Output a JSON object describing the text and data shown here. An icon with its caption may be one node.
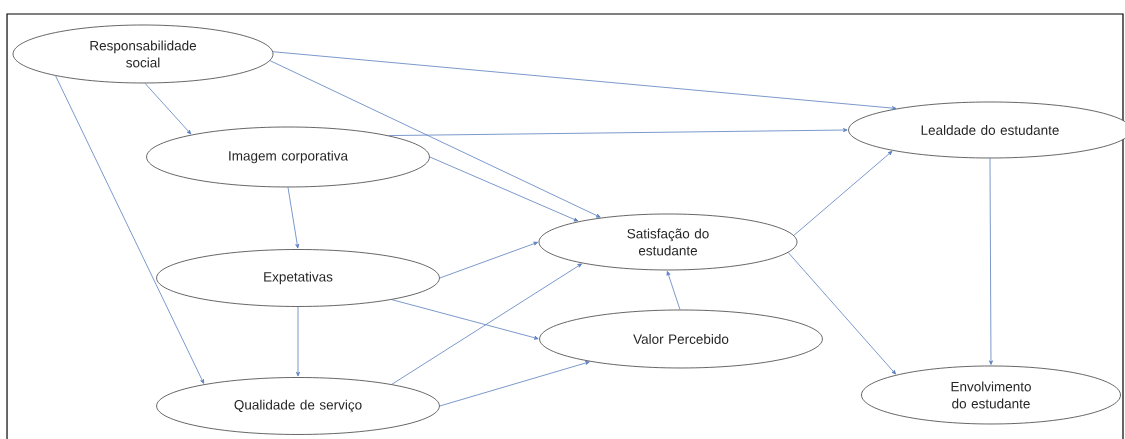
{
  "diagram": {
    "nodes": [
      {
        "text": [
          "Responsabilidade social"
        ]
      },
      {
        "text": [
          "Imagem corporativa"
        ]
      },
      {
        "text": [
          "Expetativas"
        ]
      },
      {
        "text": [
          "Qualidade de serviço"
        ]
      },
      {
        "text": [
          "Satisfação do estudante"
        ]
      },
      {
        "text": [
          "Valor Percebido"
        ]
      },
      {
        "text": [
          "Lealdade do estudante"
        ]
      },
      {
        "text": [
          "Envolvimento do estudante"
        ]
      }
    ],
    "edges": [
      {
        "from": 0,
        "to": 1,
        "arrow": "to"
      },
      {
        "from": 0,
        "to": 3,
        "arrow": "to"
      },
      {
        "from": 0,
        "to": 4,
        "arrow": "to"
      },
      {
        "from": 0,
        "to": 6,
        "arrow": "to"
      },
      {
        "from": 1,
        "to": 6,
        "arrow": "to"
      },
      {
        "from": 1,
        "to": 2,
        "arrow": "to"
      },
      {
        "from": 1,
        "to": 4,
        "arrow": "to"
      },
      {
        "from": 2,
        "to": 4,
        "arrow": "to"
      },
      {
        "from": 2,
        "to": 5,
        "arrow": "to"
      },
      {
        "from": 2,
        "to": 3,
        "arrow": "to"
      },
      {
        "from": 3,
        "to": 4,
        "arrow": "to"
      },
      {
        "from": 3,
        "to": 5,
        "arrow": "to"
      },
      {
        "from": 5,
        "to": 4,
        "arrow": "to"
      },
      {
        "from": 4,
        "to": 6,
        "arrow": "to"
      },
      {
        "from": 4,
        "to": 7,
        "arrow": "to"
      },
      {
        "from": 6,
        "to": 7,
        "arrow": "to"
      }
    ]
  }
}
